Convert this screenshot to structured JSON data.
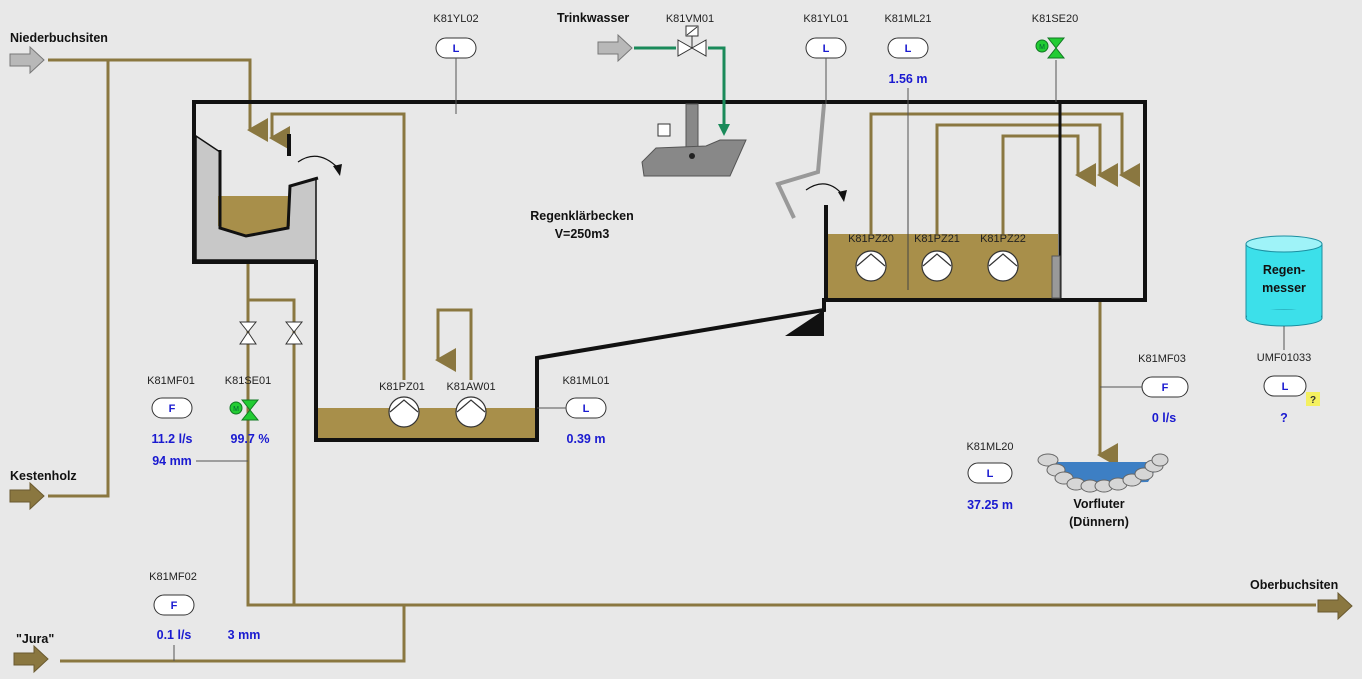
{
  "inlets": {
    "niederbuchsiten": "Niederbuchsiten",
    "kestenholz": "Kestenholz",
    "jura": "\"Jura\"",
    "oberbuchsiten": "Oberbuchsiten",
    "trinkwasser": "Trinkwasser"
  },
  "basin": {
    "name": "Regenklärbecken",
    "volume": "V=250m3"
  },
  "tags": {
    "k81yl02": "K81YL02",
    "k81vm01": "K81VM01",
    "k81yl01": "K81YL01",
    "k81ml21": "K81ML21",
    "k81se20": "K81SE20",
    "k81pz20": "K81PZ20",
    "k81pz21": "K81PZ21",
    "k81pz22": "K81PZ22",
    "k81mf01": "K81MF01",
    "k81se01": "K81SE01",
    "k81pz01": "K81PZ01",
    "k81aw01": "K81AW01",
    "k81ml01": "K81ML01",
    "k81mf03": "K81MF03",
    "k81ml20": "K81ML20",
    "k81mf02": "K81MF02",
    "umf01033": "UMF01033"
  },
  "indicators": {
    "level": "L",
    "flow": "F",
    "motor": "M"
  },
  "values": {
    "k81ml21": "1.56 m",
    "k81mf01_flow": "11.2 l/s",
    "k81mf01_level": "94 mm",
    "k81se01": "99.7 %",
    "k81ml01": "0.39 m",
    "k81mf03": "0 l/s",
    "k81ml20": "37.25 m",
    "k81mf02_flow": "0.1 l/s",
    "k81mf02_level": "3 mm",
    "umf01033": "?"
  },
  "rain_gauge": {
    "line1": "Regen-",
    "line2": "messer",
    "badge": "?"
  },
  "outfall": {
    "line1": "Vorfluter",
    "line2": "(Dünnern)"
  },
  "colors": {
    "background": "#e8e8e8",
    "pipe": "#8a7740",
    "sludge": "#a88f4a",
    "water_blue": "#3d7fc4",
    "clean_water_pipe": "#1a8a5a",
    "value_text": "#1a1ad0",
    "motor_valve": "#22cc33"
  }
}
